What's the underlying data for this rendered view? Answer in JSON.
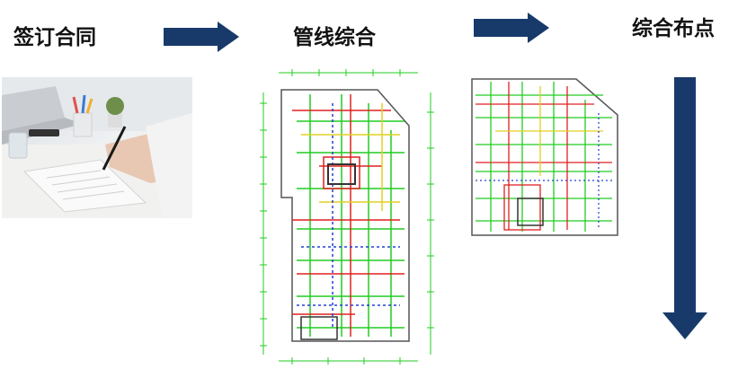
{
  "steps": [
    {
      "label": "签订合同",
      "icon": "photo-signing-contract"
    },
    {
      "label": "管线综合",
      "icon": "pipeline-drawing"
    },
    {
      "label": "综合布点",
      "icon": "layout-drawing"
    }
  ],
  "colors": {
    "arrow": "#173a6a",
    "cad_green": "#22cc22",
    "cad_red": "#e02020",
    "cad_yellow": "#e0d020",
    "cad_blue": "#2040d0",
    "cad_gray": "#555555"
  }
}
